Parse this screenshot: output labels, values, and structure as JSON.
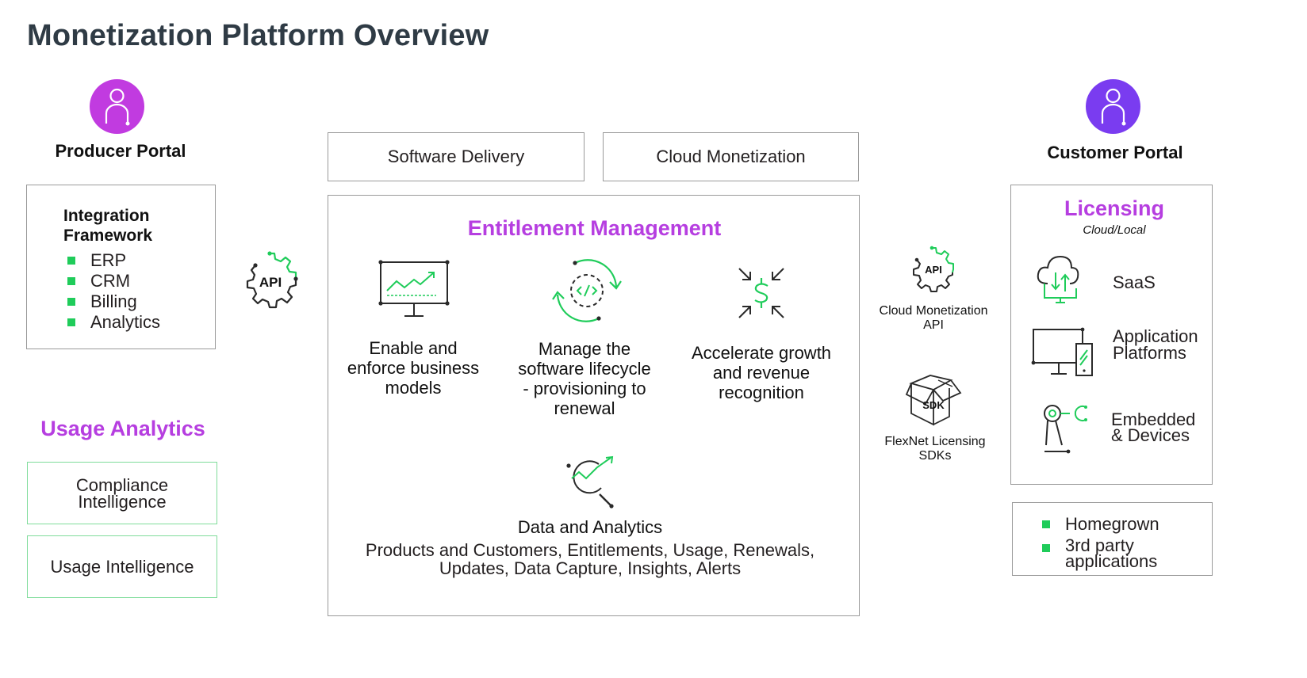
{
  "title": "Monetization Platform Overview",
  "producer": {
    "label": "Producer Portal",
    "integration": {
      "heading_line1": "Integration",
      "heading_line2": "Framework",
      "items": [
        "ERP",
        "CRM",
        "Billing",
        "Analytics"
      ]
    },
    "api_label": "API"
  },
  "usage": {
    "heading": "Usage Analytics",
    "box1_line1": "Compliance",
    "box1_line2": "Intelligence",
    "box2": "Usage Intelligence"
  },
  "top_boxes": {
    "software_delivery": "Software Delivery",
    "cloud_monetization": "Cloud Monetization"
  },
  "entitlement": {
    "heading": "Entitlement Management",
    "features": [
      {
        "lines": [
          "Enable and",
          "enforce business",
          "models"
        ],
        "icon": "monitor-chart-icon"
      },
      {
        "lines": [
          "Manage the",
          "software lifecycle",
          "- provisioning to",
          "renewal"
        ],
        "icon": "code-cycle-icon"
      },
      {
        "lines": [
          "Accelerate growth",
          "and revenue",
          "recognition"
        ],
        "icon": "dollar-arrows-icon"
      }
    ],
    "data": {
      "heading": "Data and Analytics",
      "line1": "Products and Customers, Entitlements, Usage, Renewals,",
      "line2": "Updates, Data Capture, Insights, Alerts",
      "icon": "magnifier-chart-icon"
    }
  },
  "middle_right": {
    "cloud_api": {
      "icon_text": "API",
      "line1": "Cloud Monetization",
      "line2": "API"
    },
    "sdk": {
      "icon_text": "SDK",
      "line1": "FlexNet Licensing",
      "line2": "SDKs"
    }
  },
  "customer": {
    "label": "Customer Portal",
    "licensing": {
      "heading": "Licensing",
      "subheading": "Cloud/Local",
      "items": [
        {
          "line1": "SaaS",
          "line2": "",
          "icon": "cloud-upload-icon"
        },
        {
          "line1": "Application",
          "line2": "Platforms",
          "icon": "devices-icon"
        },
        {
          "line1": "Embedded",
          "line2": "& Devices",
          "icon": "robot-arm-icon"
        }
      ]
    },
    "apps": {
      "item1": "Homegrown",
      "item2_line1": "3rd party",
      "item2_line2": "applications"
    }
  },
  "colors": {
    "accent_purple": "#b63ee0",
    "customer_purple": "#7a3cf0",
    "accent_green": "#1fcc5a",
    "border_gray": "#9a9a9a",
    "title_color": "#2f3b45"
  }
}
